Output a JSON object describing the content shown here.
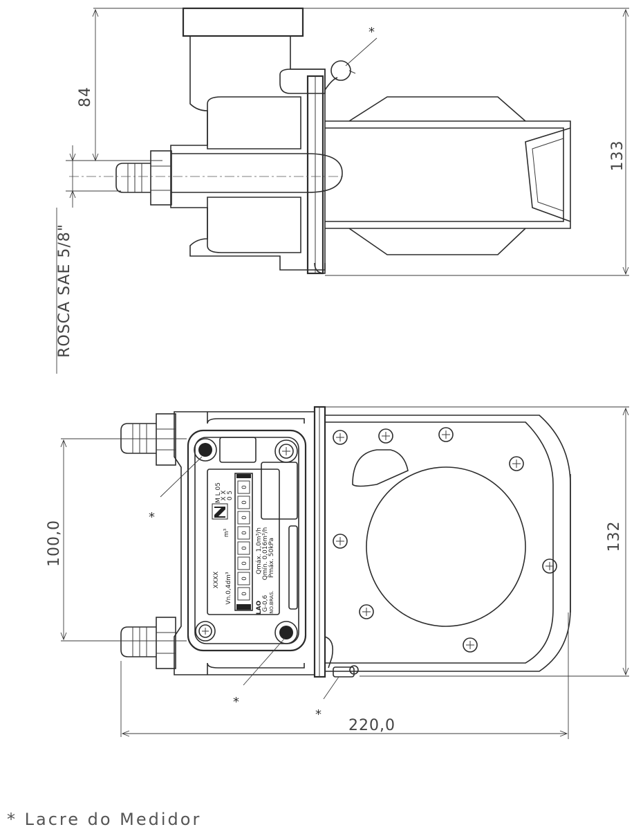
{
  "top_view": {
    "dim_height": "84",
    "dim_overall": "133",
    "thread_label": "ROSCA SAE 5/8\"",
    "seal_marker": "*"
  },
  "front_view": {
    "dim_centers": "100,0",
    "dim_height": "132",
    "dim_width": "220,0",
    "seal_markers": [
      "*",
      "*",
      "*"
    ],
    "nameplate": {
      "model": "XXXX",
      "vn": "Vn.0,4dm³",
      "unit": "m³",
      "counter_digits": [
        "0",
        "0",
        "0",
        "0",
        "0",
        "0",
        "0",
        "0"
      ],
      "scale_top": "M  L  05",
      "scale_mid": "X  X",
      "scale_bot": "0  5",
      "brand": "LAO",
      "class": "G-0,6",
      "cert": "NO.BRAS.",
      "qmax": "Qmáx. 1,0m³/h",
      "qmin": "Qmín. 0,016m³/h",
      "pmax": "Pmáx. 50kPa"
    }
  },
  "footnote": "* Lacre do Medidor"
}
